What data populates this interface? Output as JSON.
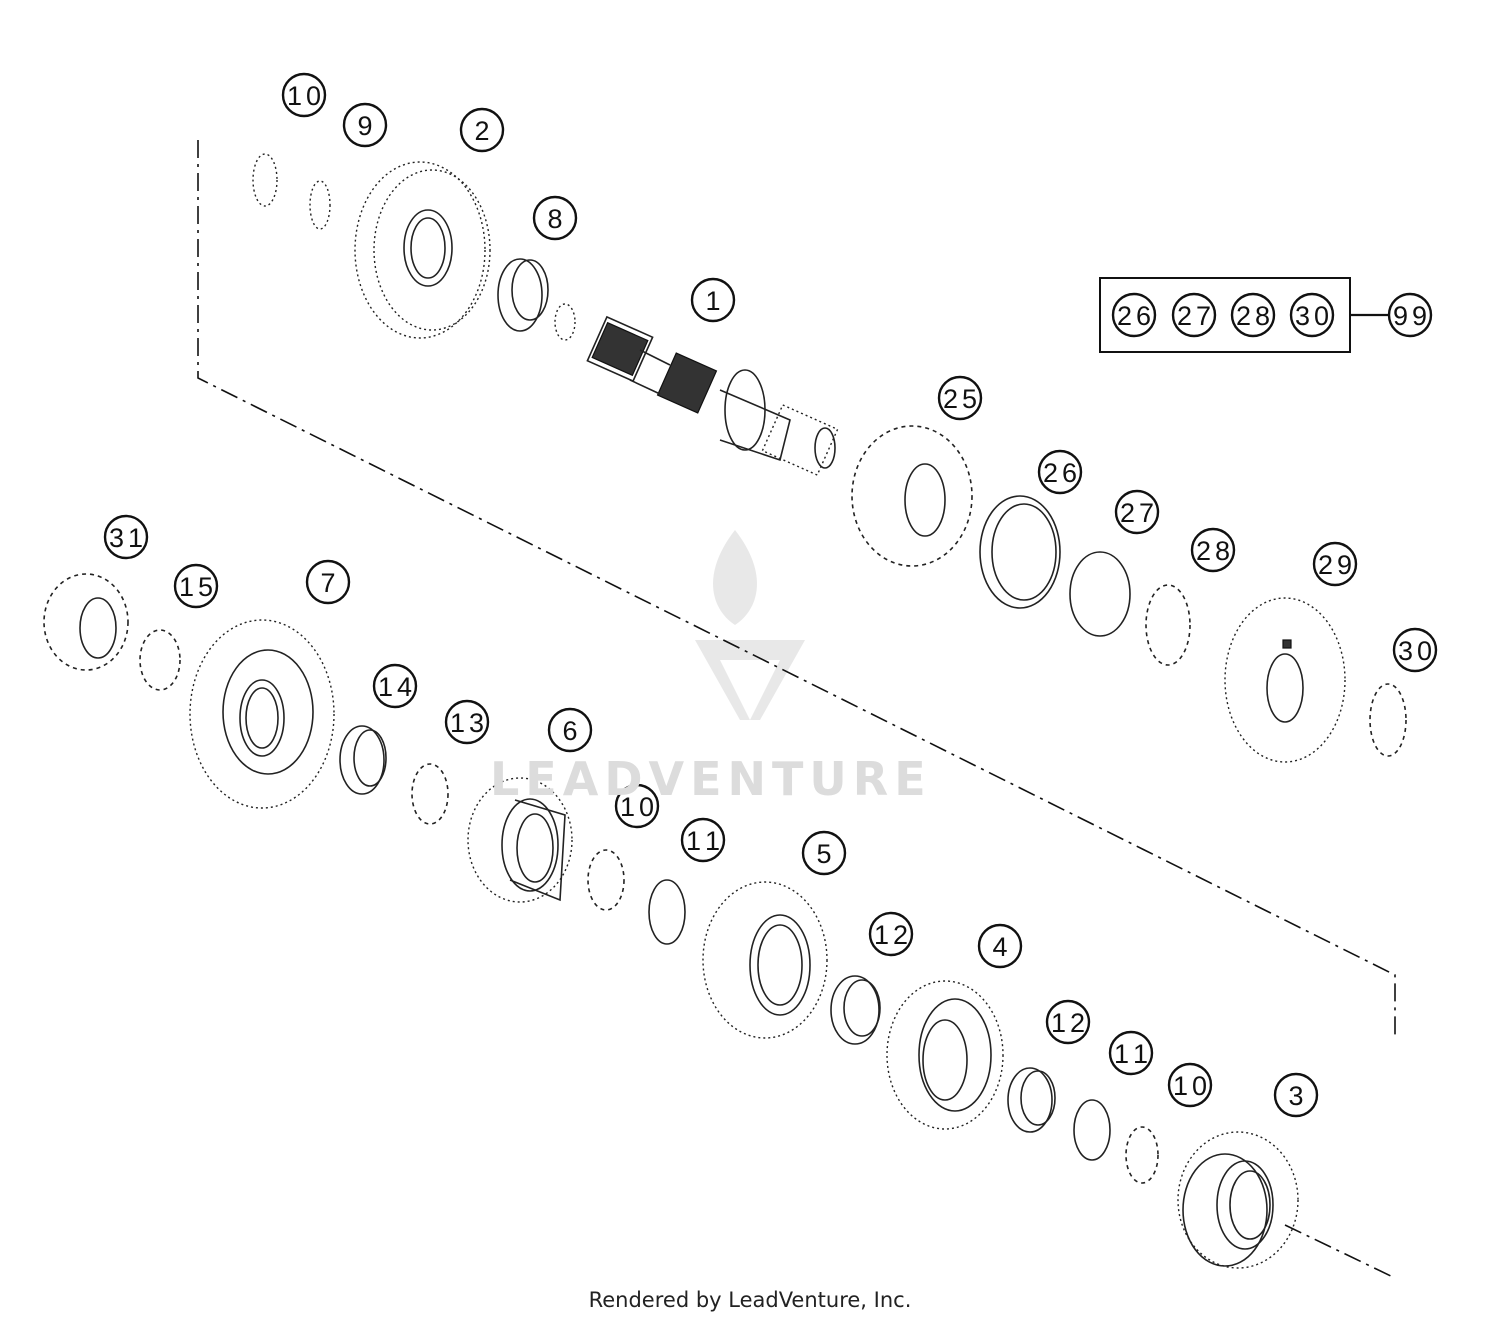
{
  "diagram": {
    "callouts": [
      "1",
      "2",
      "3",
      "4",
      "5",
      "6",
      "7",
      "8",
      "9",
      "10",
      "11",
      "12",
      "13",
      "14",
      "15",
      "25",
      "26",
      "27",
      "28",
      "29",
      "30",
      "31",
      "99"
    ],
    "kit": {
      "members": [
        "26",
        "27",
        "28",
        "30"
      ],
      "result": "99"
    }
  },
  "watermark": "LEADVENTURE",
  "footer": "Rendered by LeadVenture, Inc."
}
